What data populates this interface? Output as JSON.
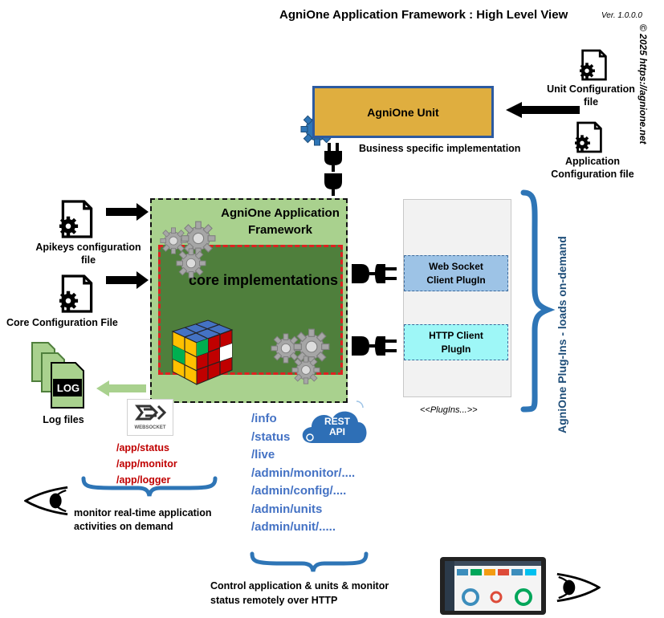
{
  "title": "AgniOne Application Framework :  High Level View",
  "version": "Ver. 1.0.0.0",
  "copyright": "© 2025 https://agnione.net",
  "unit": {
    "title": "AgniOne Unit",
    "subtitle": "Business specific implementation",
    "unit_config_label": "Unit Configuration file",
    "app_config_label": "Application Configuration file"
  },
  "framework": {
    "title": "AgniOne Application Framework",
    "core_title": "core implementations",
    "apikeys_label": "Apikeys configuration file",
    "core_config_label": "Core  Configuration File",
    "log_label": "Log files",
    "log_icon_text": "LOG"
  },
  "plugins": {
    "websocket": "Web Socket Client PlugIn",
    "http": "HTTP Client PlugIn",
    "tag": "<<PlugIns...>>",
    "vertical_label": "AgniOne Plug-Ins -  loads on-demand"
  },
  "websocket_routes": [
    "/app/status",
    "/app/monitor",
    "/app/logger"
  ],
  "websocket_badge_text": "WEBSOCKET",
  "monitor_text": "monitor real-time application activities on demand",
  "rest_routes": [
    "/info",
    "/status",
    "/live",
    "/admin/monitor/....",
    "/admin/config/....",
    "/admin/units",
    "/admin/unit/....."
  ],
  "rest_badge": {
    "line1": "REST",
    "line2": "API"
  },
  "control_text": "Control application & units & monitor status remotely over HTTP",
  "colors": {
    "unit_fill": "#dfae3f",
    "unit_border": "#2c5aa0",
    "framework_fill": "#a9d18e",
    "core_fill": "#4f7f3c",
    "core_border": "#e02020",
    "websocket_plugin": "#9dc3e6",
    "http_plugin": "#9ef7f7",
    "route_red": "#c00000",
    "route_blue": "#4472c4",
    "brace_blue": "#2e75b6"
  }
}
